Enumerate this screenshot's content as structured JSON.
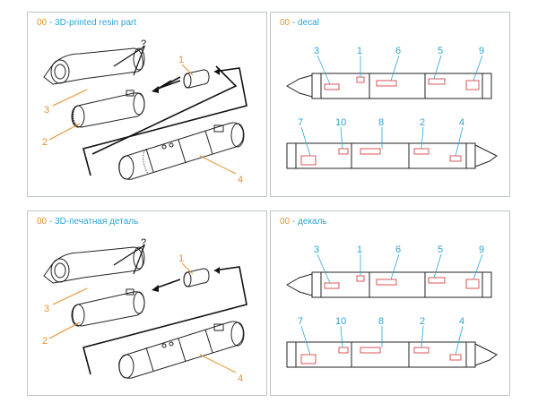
{
  "colors": {
    "orange": "#e8912b",
    "blue": "#2aa4d6",
    "outline": "#222222",
    "decal_red": "#d62b2b"
  },
  "panels": [
    {
      "code": "00",
      "sep": " - ",
      "title": "3D-printed resin part"
    },
    {
      "code": "00",
      "sep": " - ",
      "title": "decal"
    },
    {
      "code": "00",
      "sep": " - ",
      "title": "3D-печатная деталь"
    },
    {
      "code": "00",
      "sep": " - ",
      "title": "декаль"
    }
  ],
  "resin_callouts": {
    "q": "?",
    "n1": "1",
    "n2": "2",
    "n3": "3",
    "n4": "4"
  },
  "decal_callouts": {
    "top": [
      "3",
      "1",
      "6",
      "5",
      "9"
    ],
    "bottom": [
      "7",
      "10",
      "8",
      "2",
      "4"
    ]
  },
  "icons": [
    "pod-assembly-icon",
    "arrow-icon",
    "decal-marking-icon"
  ]
}
